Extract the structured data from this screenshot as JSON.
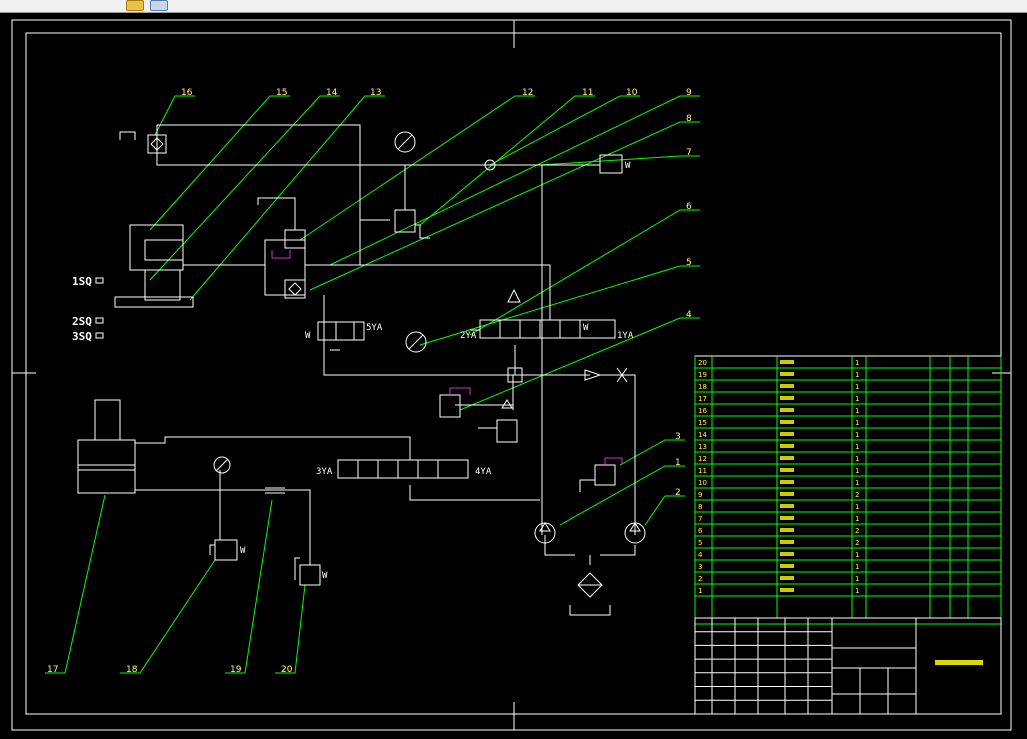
{
  "toolbar": {
    "icons": [
      "folder-icon",
      "window-icon"
    ]
  },
  "callouts": [
    "16",
    "15",
    "14",
    "13",
    "12",
    "11",
    "10",
    "9",
    "8",
    "7",
    "6",
    "5",
    "4",
    "3",
    "1",
    "2",
    "17",
    "18",
    "19",
    "20"
  ],
  "labels": {
    "sq1": "1SQ",
    "sq2": "2SQ",
    "sq3": "3SQ",
    "ya1": "1YA",
    "ya2": "2YA",
    "ya3": "3YA",
    "ya4": "4YA",
    "ya5": "5YA",
    "w": "W"
  },
  "bom": {
    "rows": [
      "20",
      "19",
      "18",
      "17",
      "16",
      "15",
      "14",
      "13",
      "12",
      "11",
      "10",
      "9",
      "8",
      "7",
      "6",
      "5",
      "4",
      "3",
      "2",
      "1"
    ],
    "qty": [
      "1",
      "1",
      "1",
      "1",
      "1",
      "1",
      "1",
      "1",
      "1",
      "1",
      "1",
      "2",
      "1",
      "1",
      "2",
      "2",
      "1",
      "1",
      "1",
      "1"
    ]
  },
  "colors": {
    "frame": "#ffffff",
    "leader": "#00ff00",
    "accent": "#cc33cc",
    "text_yellow": "#ffff00"
  }
}
